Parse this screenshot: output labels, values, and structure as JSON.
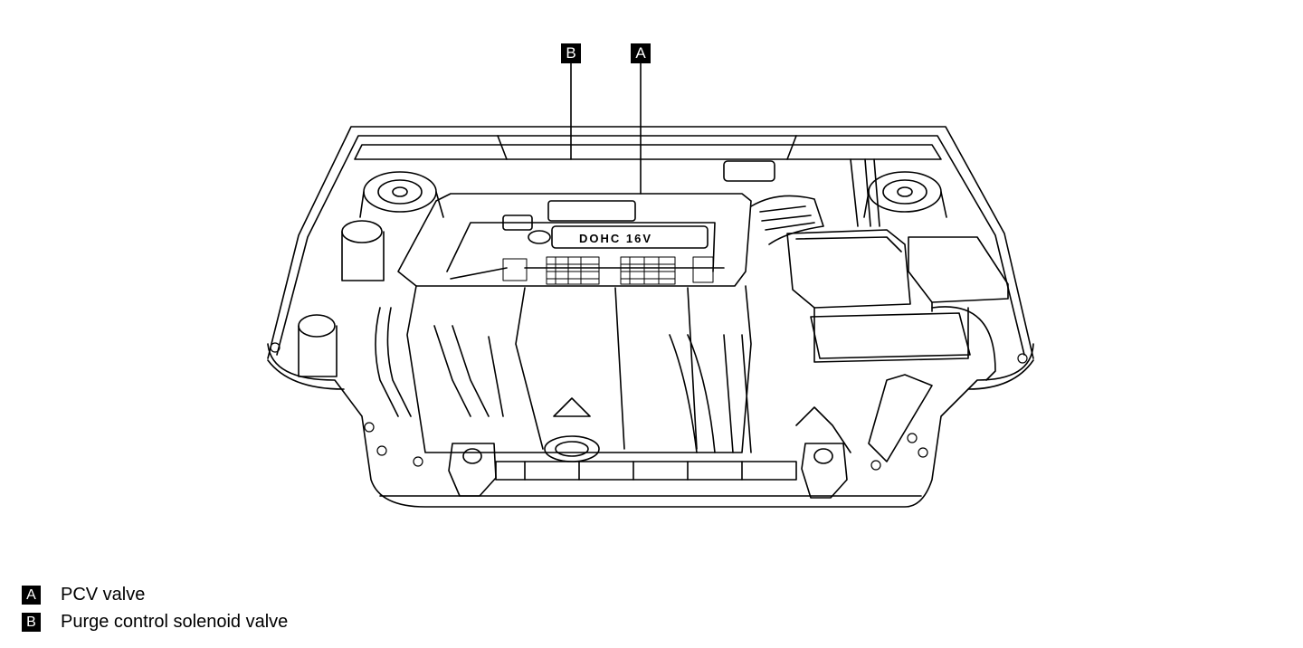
{
  "callouts": [
    {
      "letter": "B",
      "part": "Purge control solenoid valve"
    },
    {
      "letter": "A",
      "part": "PCV valve"
    }
  ],
  "engine_cover_text": "DOHC 16V",
  "legend": [
    {
      "letter": "A",
      "text": "PCV valve"
    },
    {
      "letter": "B",
      "text": "Purge control solenoid valve"
    }
  ]
}
